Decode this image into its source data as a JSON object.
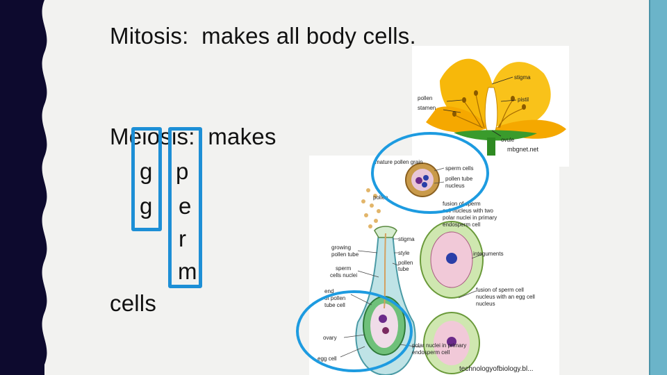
{
  "slide": {
    "mitosis_line": "Mitosis:  makes all body cells.",
    "meiosis_line": "Meiosis:  makes",
    "gametes_column": [
      "g",
      "g"
    ],
    "sperm_column": [
      "p",
      "e",
      "r",
      "m"
    ],
    "cells_word": "cells"
  },
  "flower_image": {
    "labels": {
      "stigma": "stigma",
      "pollen": "pollen",
      "stamen": "stamen",
      "pistil": "pistil",
      "ovule": "ovule"
    },
    "credit": "mbgnet.net"
  },
  "fertilization_image": {
    "labels": {
      "mature_pollen_grain": "mature pollen grain",
      "sperm_cells": "sperm cells",
      "pollen_tube_nucleus_1": "pollen tube",
      "pollen_tube_nucleus_2": "nucleus",
      "pollen": "pollen",
      "fusion1_a": "fusion of sperm",
      "fusion1_b": "cell nucleus with two",
      "fusion1_c": "polar nuclei in primary",
      "fusion1_d": "endosperm cell",
      "stigma": "stigma",
      "style": "style",
      "pollen_tube_1": "pollen",
      "pollen_tube_2": "tube",
      "growing_1": "growing",
      "growing_2": "pollen tube",
      "sperm_nuclei_1": "sperm",
      "sperm_nuclei_2": "cells nuclei",
      "integuments": "integuments",
      "end_1": "end",
      "end_2": "of pollen",
      "end_3": "tube cell",
      "fusion2_a": "fusion of sperm cell",
      "fusion2_b": "nucleus with an egg cell",
      "fusion2_c": "nucleus",
      "ovary": "ovary",
      "polar_1": "polar nuclei in primary",
      "polar_2": "endosperm cell",
      "egg_cell": "egg cell"
    },
    "credit": "technologyofbiology.bl..."
  },
  "colors": {
    "background": "#f2f2f0",
    "left_border": "#0d0a2e",
    "right_accent": "#6bb4c9",
    "highlight_blue": "#1d8fd6",
    "petal_yellow": "#f7b80a"
  }
}
